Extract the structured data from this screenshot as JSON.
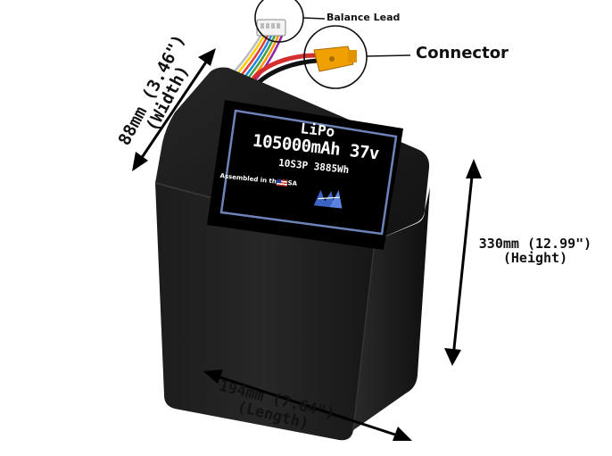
{
  "callouts": {
    "balance_lead": "Balance Lead",
    "connector": "Connector"
  },
  "dimensions": {
    "width": {
      "value": "88mm (3.46\")",
      "caption": "(Width)"
    },
    "height": {
      "value": "330mm (12.99\")",
      "caption": "(Height)"
    },
    "length": {
      "value": "194mm (7.64\")",
      "caption": "(Length)"
    }
  },
  "battery_label": {
    "chemistry": "LiPo",
    "capacity": "105000mAh 37v",
    "spec": "10S3P 3885Wh",
    "assembled": "Assembled in the USA"
  },
  "colors": {
    "battery_body": "#1a1a1a",
    "label_border": "#6d83b8",
    "connector": "#f0a000",
    "logo": "#3b63c4"
  },
  "icons": {
    "balance_plug": "balance-lead-plug-icon",
    "xt_connector": "xt-connector-icon",
    "logo": "maxamps-logo-icon"
  }
}
